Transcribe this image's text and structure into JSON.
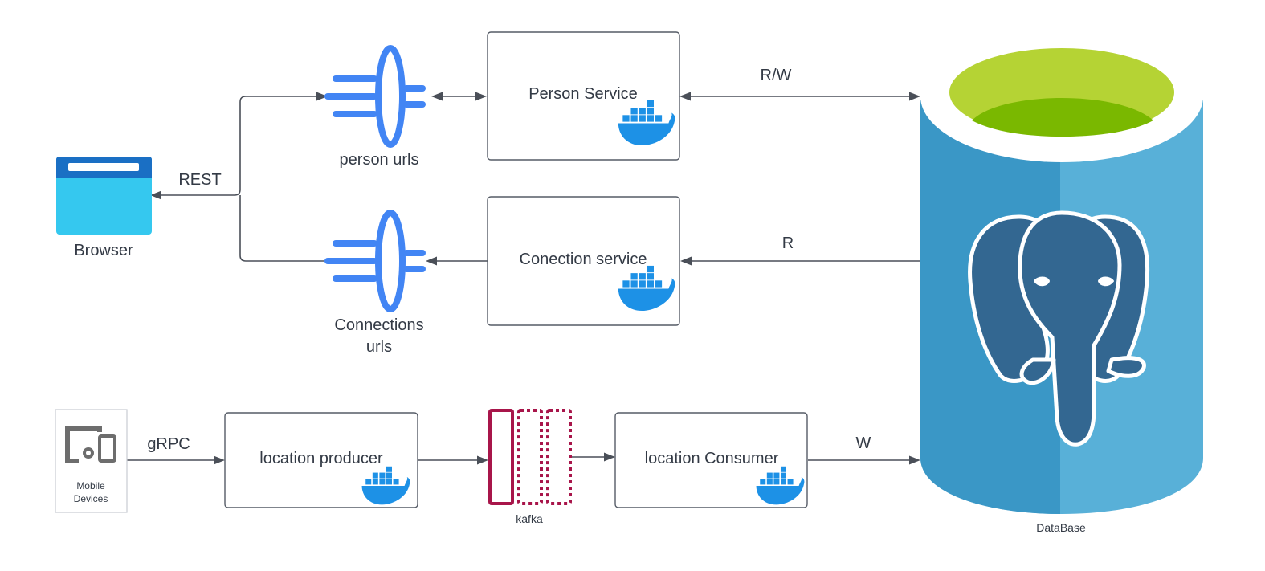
{
  "nodes": {
    "browser": {
      "label": "Browser"
    },
    "person_urls": {
      "label": "person urls"
    },
    "connections_urls": {
      "label_line1": "Connections",
      "label_line2": "urls"
    },
    "person_service": {
      "label": "Person Service"
    },
    "connection_service": {
      "label": "Conection service"
    },
    "database": {
      "label": "DataBase"
    },
    "mobile_devices": {
      "label_line1": "Mobile",
      "label_line2": "Devices"
    },
    "location_producer": {
      "label": "location producer"
    },
    "kafka": {
      "label": "kafka"
    },
    "location_consumer": {
      "label": "location Consumer"
    }
  },
  "edges": {
    "rest": {
      "label": "REST"
    },
    "rw": {
      "label": "R/W"
    },
    "r": {
      "label": "R"
    },
    "grpc": {
      "label": "gRPC"
    },
    "w": {
      "label": "W"
    }
  },
  "icons": [
    "browser-window-icon",
    "api-gateway-icon",
    "docker-whale-icon",
    "postgresql-elephant-icon",
    "mobile-devices-icon",
    "kafka-topic-icon"
  ],
  "colors": {
    "gateway": "#4285f4",
    "docker": "#1d91e6",
    "kafka": "#a8154a",
    "db_body_left": "#3a97c6",
    "db_body_right": "#58b0d8",
    "db_top": "#b5d334",
    "db_top_inner": "#7ab800",
    "elephant": "#336791",
    "browser_frame": "#1a6fc4",
    "browser_body": "#35c8ef"
  }
}
